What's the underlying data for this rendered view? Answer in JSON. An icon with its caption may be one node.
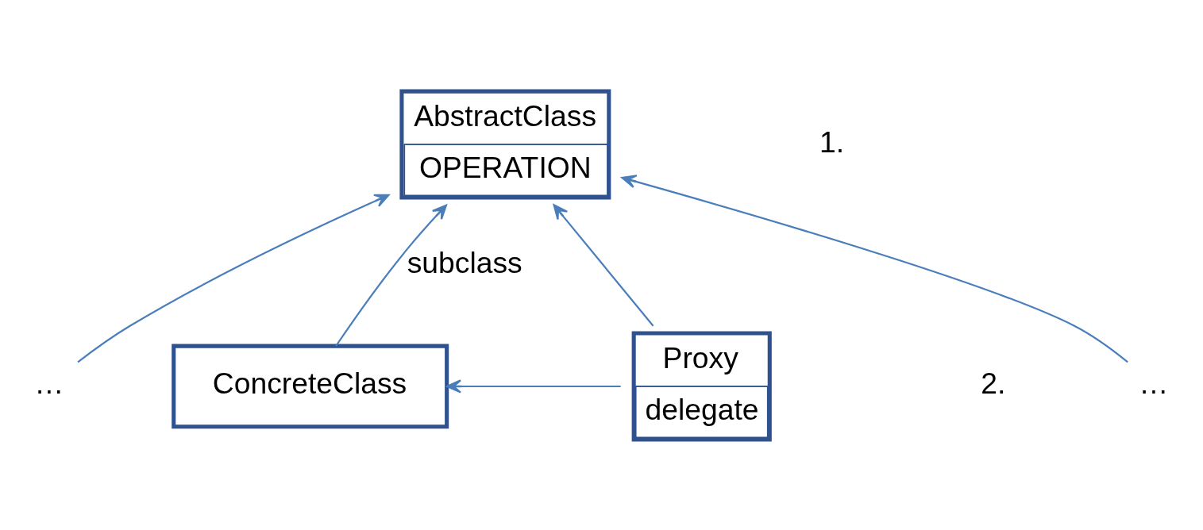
{
  "diagram": {
    "nodes": [
      {
        "text": [
          "AbstractClass",
          "OPERATION"
        ]
      },
      {
        "text": [
          "…"
        ]
      },
      {
        "text": [
          "ConcreteClass"
        ]
      },
      {
        "text": [
          "…"
        ]
      },
      {
        "text": [
          "Proxy",
          "delegate"
        ]
      }
    ],
    "edges": [
      {
        "from": 1,
        "to": 0,
        "arrow": "to"
      },
      {
        "from": 2,
        "to": 0,
        "arrow": "to",
        "label": "subclass"
      },
      {
        "from": 3,
        "to": 0,
        "arrow": "to"
      },
      {
        "from": 4,
        "to": 0,
        "arrow": "to"
      },
      {
        "from": 4,
        "to": 2,
        "arrow": "to"
      }
    ],
    "labels": [
      "1.",
      "2."
    ]
  }
}
